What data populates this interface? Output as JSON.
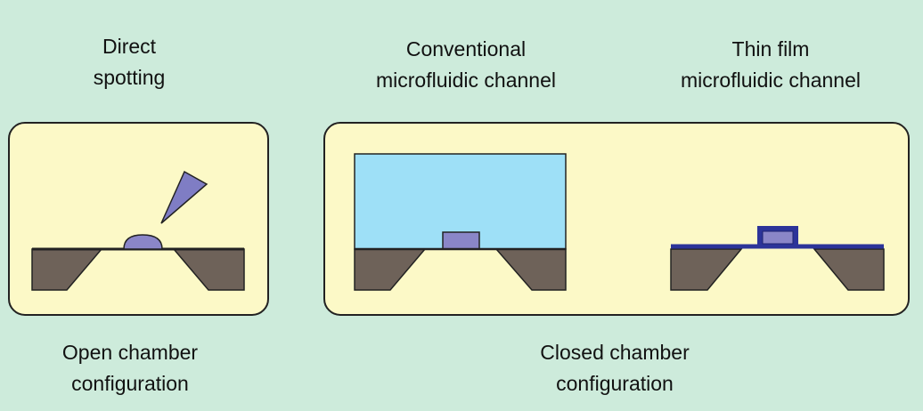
{
  "labels": {
    "direct_spotting": [
      "Direct",
      "spotting"
    ],
    "conventional_channel": [
      "Conventional",
      "microfluidic channel"
    ],
    "thin_film_channel": [
      "Thin film",
      "microfluidic channel"
    ],
    "open_chamber": [
      "Open chamber",
      "configuration"
    ],
    "closed_chamber": [
      "Closed chamber",
      "configuration"
    ]
  },
  "colors": {
    "background": "#cdebdb",
    "panel_fill": "#fcf9c7",
    "panel_border": "#222222",
    "substrate": "#6e6259",
    "channel_fill": "#9ee0f7",
    "spot_fill": "#8a86c8",
    "film_blue": "#2c3499",
    "tip_fill": "#7f7dc4"
  }
}
